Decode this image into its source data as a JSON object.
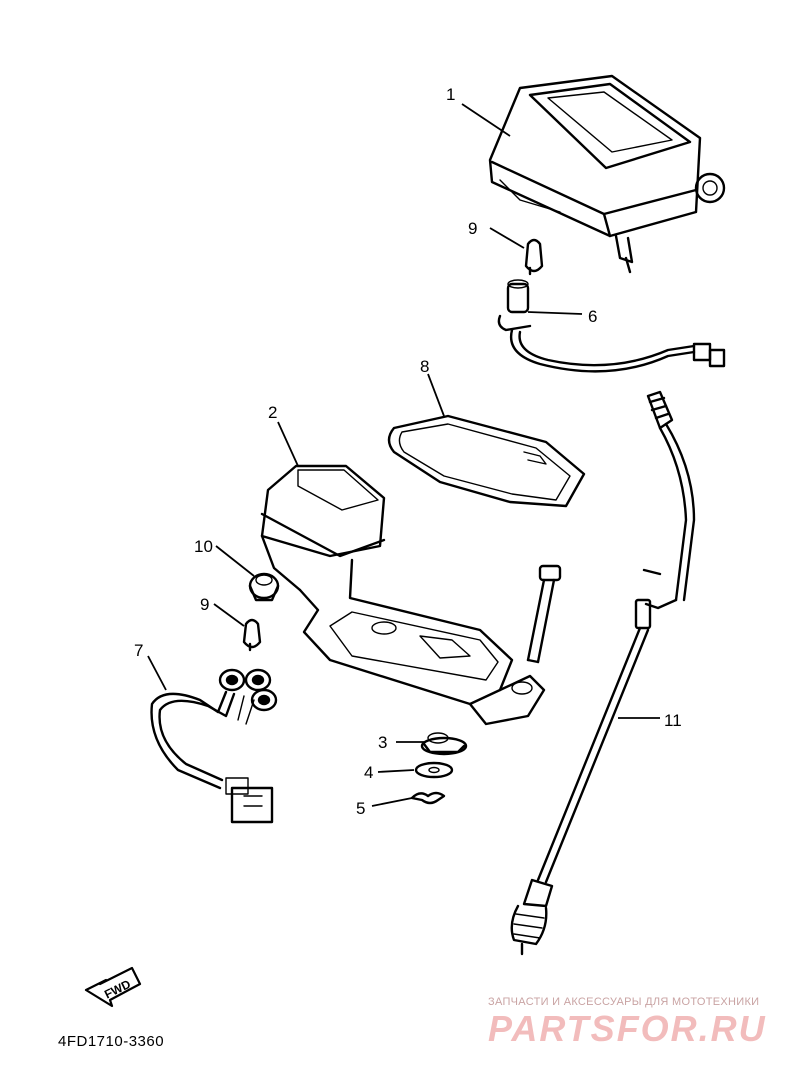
{
  "callouts": {
    "c1": "1",
    "c2": "2",
    "c3": "3",
    "c4": "4",
    "c5": "5",
    "c6": "6",
    "c7": "7",
    "c8": "8",
    "c9a": "9",
    "c9b": "9",
    "c10": "10",
    "c11": "11"
  },
  "direction_badge": "FWD",
  "diagram_code": "4FD1710-3360",
  "watermark": {
    "tagline": "ЗАПЧАСТИ И АКСЕССУАРЫ ДЛЯ МОТОТЕХНИКИ",
    "brand": "PARTSFOR.RU"
  }
}
